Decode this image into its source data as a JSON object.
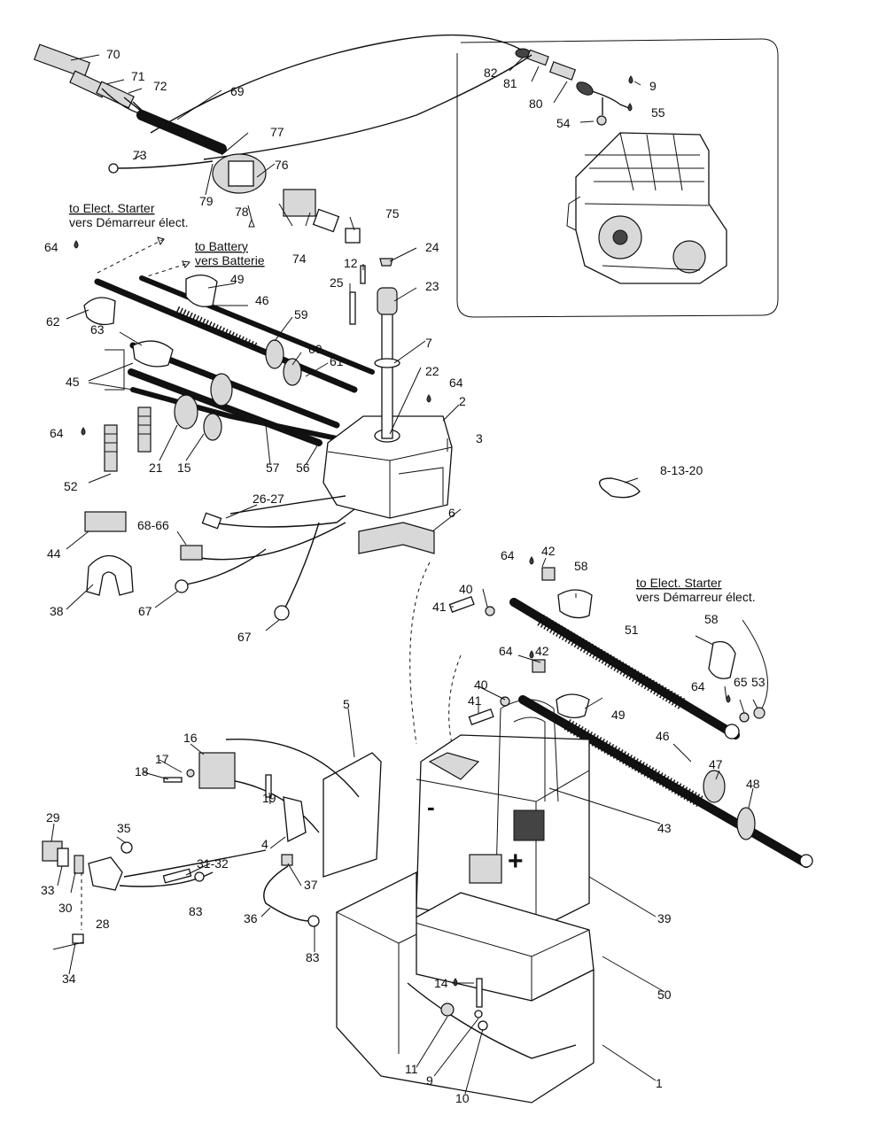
{
  "callouts": [
    "70",
    "71",
    "72",
    "69",
    "77",
    "73",
    "76",
    "79",
    "78",
    "74",
    "75",
    "64",
    "62",
    "49",
    "46",
    "12",
    "24",
    "25",
    "23",
    "63",
    "59",
    "60",
    "61",
    "45",
    "7",
    "22",
    "64",
    "2",
    "64",
    "52",
    "21",
    "15",
    "57",
    "56",
    "3",
    "26-27",
    "68-66",
    "44",
    "38",
    "67",
    "67",
    "6",
    "8-13-20",
    "82",
    "81",
    "80",
    "9",
    "54",
    "55",
    "64",
    "42",
    "58",
    "40",
    "41",
    "51",
    "58",
    "64",
    "65",
    "53",
    "64",
    "42",
    "40",
    "41",
    "49",
    "46",
    "47",
    "48",
    "43",
    "5",
    "16",
    "17",
    "18",
    "19",
    "4",
    "29",
    "35",
    "33",
    "30",
    "31-32",
    "28",
    "83",
    "37",
    "36",
    "83",
    "34",
    "39",
    "50",
    "14",
    "11",
    "9",
    "10",
    "1"
  ],
  "notes": {
    "starter_top_en": "to Elect. Starter",
    "starter_top_fr": "vers Démarreur élect.",
    "battery_en": "to Battery",
    "battery_fr": "vers Batterie",
    "starter_right_en": "to Elect. Starter",
    "starter_right_fr": "vers Démarreur élect."
  },
  "battery_signs": {
    "negative": "-",
    "positive": "+"
  }
}
